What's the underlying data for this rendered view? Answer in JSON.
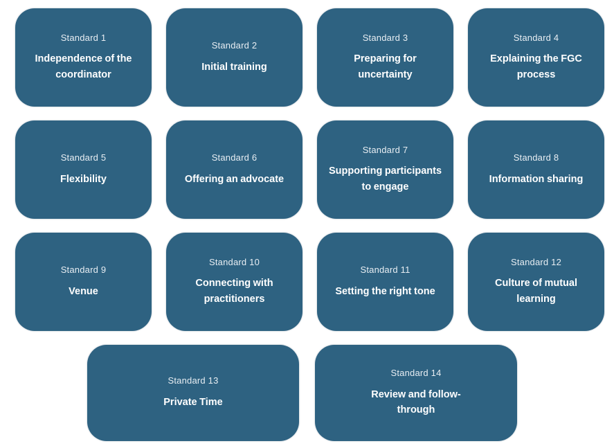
{
  "theme": {
    "card_color": "#2e6281",
    "label_color": "#e8eef3",
    "title_color": "#ffffff",
    "page_background": "#ffffff"
  },
  "cards": [
    {
      "label": "Standard 1",
      "title": "Independence of the coordinator"
    },
    {
      "label": "Standard 2",
      "title": "Initial training"
    },
    {
      "label": "Standard 3",
      "title": "Preparing for uncertainty"
    },
    {
      "label": "Standard 4",
      "title": "Explaining the FGC process"
    },
    {
      "label": "Standard 5",
      "title": "Flexibility"
    },
    {
      "label": "Standard 6",
      "title": "Offering an advocate"
    },
    {
      "label": "Standard 7",
      "title": "Supporting participants to engage"
    },
    {
      "label": "Standard 8",
      "title": "Information sharing"
    },
    {
      "label": "Standard 9",
      "title": "Venue"
    },
    {
      "label": "Standard 10",
      "title": "Connecting with practitioners"
    },
    {
      "label": "Standard 11",
      "title": "Setting the right tone"
    },
    {
      "label": "Standard 12",
      "title": "Culture of mutual learning"
    },
    {
      "label": "Standard 13",
      "title": "Private Time"
    },
    {
      "label": "Standard 14",
      "title": "Review and follow-through"
    }
  ]
}
